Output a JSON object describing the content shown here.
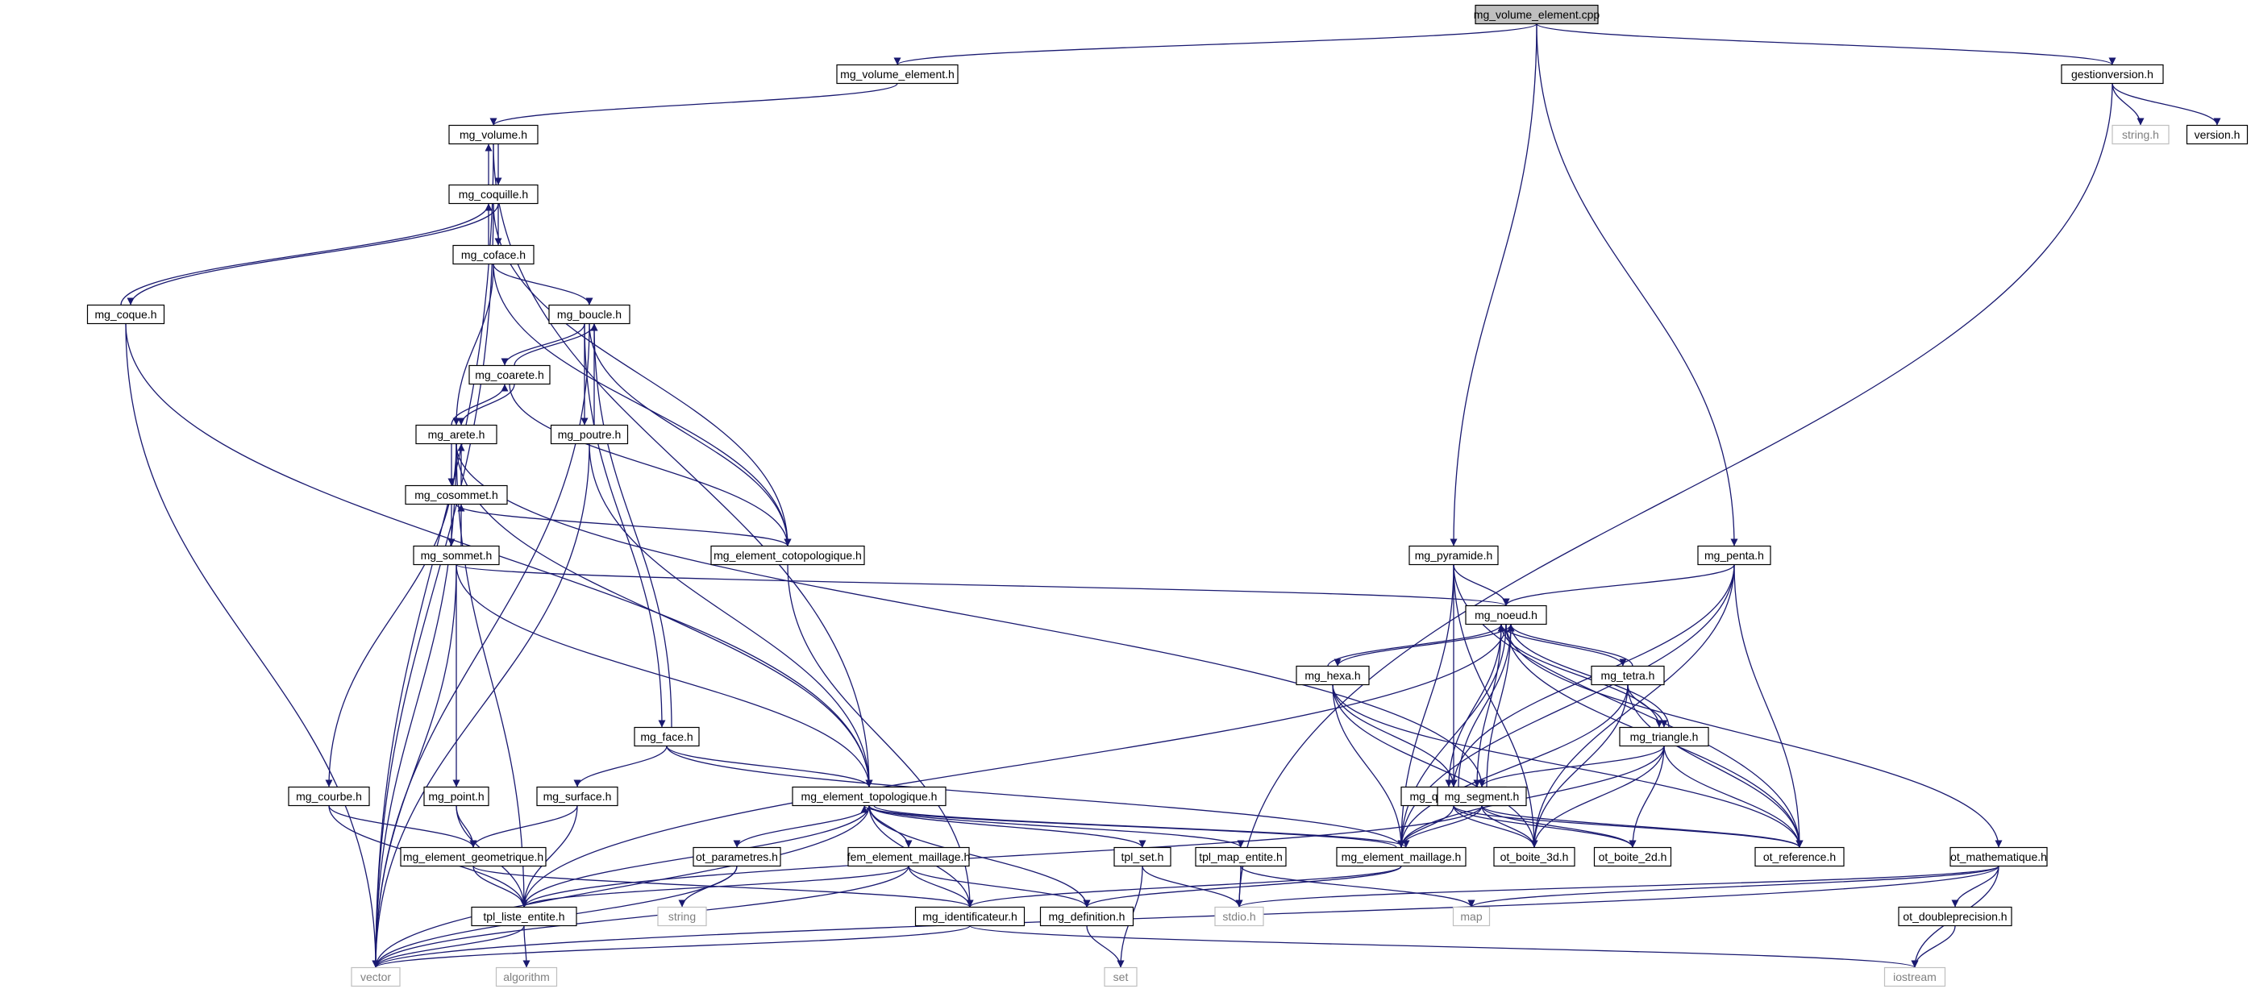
{
  "diagram": {
    "colors": {
      "edge": "#191970",
      "node_border": "#000000",
      "missing_border": "#bfbfbf",
      "root_fill": "#bfbfbf",
      "node_fill": "#ffffff",
      "missing_text": "#7f7f7f"
    },
    "nodes": [
      {
        "id": "mg_volume_element_cpp",
        "label": "mg_volume_element.cpp",
        "kind": "root"
      },
      {
        "id": "mg_volume_element_h",
        "label": "mg_volume_element.h",
        "kind": "file"
      },
      {
        "id": "gestionversion_h",
        "label": "gestionversion.h",
        "kind": "file"
      },
      {
        "id": "string_h",
        "label": "string.h",
        "kind": "system"
      },
      {
        "id": "version_h",
        "label": "version.h",
        "kind": "file"
      },
      {
        "id": "mg_volume_h",
        "label": "mg_volume.h",
        "kind": "file"
      },
      {
        "id": "mg_coquille_h",
        "label": "mg_coquille.h",
        "kind": "file"
      },
      {
        "id": "mg_coface_h",
        "label": "mg_coface.h",
        "kind": "file"
      },
      {
        "id": "mg_coque_h",
        "label": "mg_coque.h",
        "kind": "file"
      },
      {
        "id": "mg_boucle_h",
        "label": "mg_boucle.h",
        "kind": "file"
      },
      {
        "id": "mg_coarete_h",
        "label": "mg_coarete.h",
        "kind": "file"
      },
      {
        "id": "mg_arete_h",
        "label": "mg_arete.h",
        "kind": "file"
      },
      {
        "id": "mg_poutre_h",
        "label": "mg_poutre.h",
        "kind": "file"
      },
      {
        "id": "mg_cosommet_h",
        "label": "mg_cosommet.h",
        "kind": "file"
      },
      {
        "id": "mg_element_cotopologique_h",
        "label": "mg_element_cotopologique.h",
        "kind": "file"
      },
      {
        "id": "mg_sommet_h",
        "label": "mg_sommet.h",
        "kind": "file"
      },
      {
        "id": "mg_pyramide_h",
        "label": "mg_pyramide.h",
        "kind": "file"
      },
      {
        "id": "mg_penta_h",
        "label": "mg_penta.h",
        "kind": "file"
      },
      {
        "id": "mg_noeud_h",
        "label": "mg_noeud.h",
        "kind": "file"
      },
      {
        "id": "mg_hexa_h",
        "label": "mg_hexa.h",
        "kind": "file"
      },
      {
        "id": "mg_tetra_h",
        "label": "mg_tetra.h",
        "kind": "file"
      },
      {
        "id": "mg_face_h",
        "label": "mg_face.h",
        "kind": "file"
      },
      {
        "id": "mg_triangle_h",
        "label": "mg_triangle.h",
        "kind": "file"
      },
      {
        "id": "mg_quadrangle_h",
        "label": "mg_quadrangle.h",
        "kind": "file"
      },
      {
        "id": "mg_courbe_h",
        "label": "mg_courbe.h",
        "kind": "file"
      },
      {
        "id": "mg_point_h",
        "label": "mg_point.h",
        "kind": "file"
      },
      {
        "id": "mg_surface_h",
        "label": "mg_surface.h",
        "kind": "file"
      },
      {
        "id": "mg_element_topologique_h",
        "label": "mg_element_topologique.h",
        "kind": "file"
      },
      {
        "id": "mg_segment_h",
        "label": "mg_segment.h",
        "kind": "file"
      },
      {
        "id": "mg_element_geometrique_h",
        "label": "mg_element_geometrique.h",
        "kind": "file"
      },
      {
        "id": "ot_parametres_h",
        "label": "ot_parametres.h",
        "kind": "file"
      },
      {
        "id": "fem_element_maillage_h",
        "label": "fem_element_maillage.h",
        "kind": "file"
      },
      {
        "id": "tpl_set_h",
        "label": "tpl_set.h",
        "kind": "file"
      },
      {
        "id": "tpl_map_entite_h",
        "label": "tpl_map_entite.h",
        "kind": "file"
      },
      {
        "id": "mg_element_maillage_h",
        "label": "mg_element_maillage.h",
        "kind": "file"
      },
      {
        "id": "ot_boite_3d_h",
        "label": "ot_boite_3d.h",
        "kind": "file"
      },
      {
        "id": "ot_boite_2d_h",
        "label": "ot_boite_2d.h",
        "kind": "file"
      },
      {
        "id": "ot_reference_h",
        "label": "ot_reference.h",
        "kind": "file"
      },
      {
        "id": "ot_mathematique_h",
        "label": "ot_mathematique.h",
        "kind": "file"
      },
      {
        "id": "tpl_liste_entite_h",
        "label": "tpl_liste_entite.h",
        "kind": "file"
      },
      {
        "id": "string",
        "label": "string",
        "kind": "system"
      },
      {
        "id": "mg_identificateur_h",
        "label": "mg_identificateur.h",
        "kind": "file"
      },
      {
        "id": "mg_definition_h",
        "label": "mg_definition.h",
        "kind": "file"
      },
      {
        "id": "stdio_h",
        "label": "stdio.h",
        "kind": "system"
      },
      {
        "id": "map",
        "label": "map",
        "kind": "system"
      },
      {
        "id": "ot_doubleprecision_h",
        "label": "ot_doubleprecision.h",
        "kind": "file"
      },
      {
        "id": "vector",
        "label": "vector",
        "kind": "system"
      },
      {
        "id": "algorithm",
        "label": "algorithm",
        "kind": "system"
      },
      {
        "id": "set",
        "label": "set",
        "kind": "system"
      },
      {
        "id": "iostream",
        "label": "iostream",
        "kind": "system"
      }
    ],
    "edges": [
      [
        "mg_volume_element_cpp",
        "mg_volume_element_h"
      ],
      [
        "mg_volume_element_cpp",
        "gestionversion_h"
      ],
      [
        "mg_volume_element_cpp",
        "mg_pyramide_h"
      ],
      [
        "mg_volume_element_cpp",
        "mg_penta_h"
      ],
      [
        "gestionversion_h",
        "string_h"
      ],
      [
        "gestionversion_h",
        "version_h"
      ],
      [
        "gestionversion_h",
        "stdio_h"
      ],
      [
        "mg_volume_element_h",
        "mg_volume_h"
      ],
      [
        "mg_volume_h",
        "mg_coquille_h"
      ],
      [
        "mg_coquille_h",
        "mg_volume_h"
      ],
      [
        "mg_volume_h",
        "vector"
      ],
      [
        "mg_volume_h",
        "mg_element_topologique_h"
      ],
      [
        "mg_coquille_h",
        "mg_coface_h"
      ],
      [
        "mg_coface_h",
        "mg_coquille_h"
      ],
      [
        "mg_coquille_h",
        "mg_coque_h"
      ],
      [
        "mg_coque_h",
        "mg_coquille_h"
      ],
      [
        "mg_coquille_h",
        "vector"
      ],
      [
        "mg_coquille_h",
        "mg_element_cotopologique_h"
      ],
      [
        "mg_coface_h",
        "mg_boucle_h"
      ],
      [
        "mg_coface_h",
        "mg_arete_h"
      ],
      [
        "mg_coface_h",
        "mg_element_cotopologique_h"
      ],
      [
        "mg_coque_h",
        "vector"
      ],
      [
        "mg_coque_h",
        "mg_element_topologique_h"
      ],
      [
        "mg_boucle_h",
        "mg_coarete_h"
      ],
      [
        "mg_coarete_h",
        "mg_boucle_h"
      ],
      [
        "mg_boucle_h",
        "mg_poutre_h"
      ],
      [
        "mg_poutre_h",
        "mg_boucle_h"
      ],
      [
        "mg_boucle_h",
        "mg_face_h"
      ],
      [
        "mg_face_h",
        "mg_boucle_h"
      ],
      [
        "mg_boucle_h",
        "vector"
      ],
      [
        "mg_boucle_h",
        "mg_element_cotopologique_h"
      ],
      [
        "mg_coarete_h",
        "mg_arete_h"
      ],
      [
        "mg_arete_h",
        "mg_coarete_h"
      ],
      [
        "mg_coarete_h",
        "mg_element_cotopologique_h"
      ],
      [
        "mg_poutre_h",
        "vector"
      ],
      [
        "mg_poutre_h",
        "mg_element_topologique_h"
      ],
      [
        "mg_arete_h",
        "mg_cosommet_h"
      ],
      [
        "mg_cosommet_h",
        "mg_arete_h"
      ],
      [
        "mg_arete_h",
        "mg_courbe_h"
      ],
      [
        "mg_arete_h",
        "mg_element_topologique_h"
      ],
      [
        "mg_arete_h",
        "tpl_liste_entite_h"
      ],
      [
        "mg_arete_h",
        "vector"
      ],
      [
        "mg_arete_h",
        "mg_segment_h"
      ],
      [
        "mg_cosommet_h",
        "mg_sommet_h"
      ],
      [
        "mg_sommet_h",
        "mg_cosommet_h"
      ],
      [
        "mg_cosommet_h",
        "mg_element_cotopologique_h"
      ],
      [
        "mg_sommet_h",
        "mg_point_h"
      ],
      [
        "mg_sommet_h",
        "mg_element_topologique_h"
      ],
      [
        "mg_sommet_h",
        "vector"
      ],
      [
        "mg_sommet_h",
        "mg_noeud_h"
      ],
      [
        "mg_element_cotopologique_h",
        "mg_identificateur_h"
      ],
      [
        "mg_pyramide_h",
        "mg_noeud_h"
      ],
      [
        "mg_pyramide_h",
        "mg_quadrangle_h"
      ],
      [
        "mg_pyramide_h",
        "mg_element_maillage_h"
      ],
      [
        "mg_pyramide_h",
        "ot_boite_3d_h"
      ],
      [
        "mg_pyramide_h",
        "ot_reference_h"
      ],
      [
        "mg_penta_h",
        "mg_noeud_h"
      ],
      [
        "mg_penta_h",
        "mg_quadrangle_h"
      ],
      [
        "mg_penta_h",
        "mg_element_maillage_h"
      ],
      [
        "mg_penta_h",
        "ot_boite_3d_h"
      ],
      [
        "mg_penta_h",
        "ot_reference_h"
      ],
      [
        "mg_noeud_h",
        "mg_hexa_h"
      ],
      [
        "mg_hexa_h",
        "mg_noeud_h"
      ],
      [
        "mg_noeud_h",
        "mg_tetra_h"
      ],
      [
        "mg_tetra_h",
        "mg_noeud_h"
      ],
      [
        "mg_noeud_h",
        "mg_triangle_h"
      ],
      [
        "mg_triangle_h",
        "mg_noeud_h"
      ],
      [
        "mg_noeud_h",
        "mg_quadrangle_h"
      ],
      [
        "mg_quadrangle_h",
        "mg_noeud_h"
      ],
      [
        "mg_noeud_h",
        "mg_segment_h"
      ],
      [
        "mg_segment_h",
        "mg_noeud_h"
      ],
      [
        "mg_noeud_h",
        "tpl_liste_entite_h"
      ],
      [
        "mg_noeud_h",
        "mg_element_maillage_h"
      ],
      [
        "mg_noeud_h",
        "ot_reference_h"
      ],
      [
        "mg_noeud_h",
        "ot_mathematique_h"
      ],
      [
        "mg_hexa_h",
        "mg_quadrangle_h"
      ],
      [
        "mg_hexa_h",
        "mg_element_maillage_h"
      ],
      [
        "mg_hexa_h",
        "ot_boite_3d_h"
      ],
      [
        "mg_hexa_h",
        "ot_reference_h"
      ],
      [
        "mg_tetra_h",
        "mg_triangle_h"
      ],
      [
        "mg_tetra_h",
        "mg_element_maillage_h"
      ],
      [
        "mg_tetra_h",
        "ot_boite_3d_h"
      ],
      [
        "mg_tetra_h",
        "ot_reference_h"
      ],
      [
        "mg_triangle_h",
        "mg_segment_h"
      ],
      [
        "mg_triangle_h",
        "mg_element_maillage_h"
      ],
      [
        "mg_triangle_h",
        "ot_boite_3d_h"
      ],
      [
        "mg_triangle_h",
        "ot_boite_2d_h"
      ],
      [
        "mg_triangle_h",
        "ot_reference_h"
      ],
      [
        "mg_quadrangle_h",
        "mg_segment_h"
      ],
      [
        "mg_quadrangle_h",
        "mg_element_maillage_h"
      ],
      [
        "mg_quadrangle_h",
        "ot_boite_3d_h"
      ],
      [
        "mg_quadrangle_h",
        "ot_boite_2d_h"
      ],
      [
        "mg_quadrangle_h",
        "ot_reference_h"
      ],
      [
        "mg_face_h",
        "mg_surface_h"
      ],
      [
        "mg_face_h",
        "mg_element_topologique_h"
      ],
      [
        "mg_face_h",
        "mg_element_maillage_h"
      ],
      [
        "mg_courbe_h",
        "mg_element_geometrique_h"
      ],
      [
        "mg_courbe_h",
        "tpl_liste_entite_h"
      ],
      [
        "mg_point_h",
        "mg_element_geometrique_h"
      ],
      [
        "mg_point_h",
        "tpl_liste_entite_h"
      ],
      [
        "mg_surface_h",
        "mg_element_geometrique_h"
      ],
      [
        "mg_surface_h",
        "tpl_liste_entite_h"
      ],
      [
        "mg_element_topologique_h",
        "ot_parametres_h"
      ],
      [
        "mg_element_topologique_h",
        "fem_element_maillage_h"
      ],
      [
        "mg_element_topologique_h",
        "tpl_set_h"
      ],
      [
        "mg_element_topologique_h",
        "tpl_map_entite_h"
      ],
      [
        "mg_element_topologique_h",
        "mg_element_maillage_h"
      ],
      [
        "mg_element_maillage_h",
        "mg_element_topologique_h"
      ],
      [
        "mg_element_topologique_h",
        "tpl_liste_entite_h"
      ],
      [
        "mg_element_topologique_h",
        "mg_identificateur_h"
      ],
      [
        "mg_element_topologique_h",
        "mg_definition_h"
      ],
      [
        "mg_element_topologique_h",
        "vector"
      ],
      [
        "mg_segment_h",
        "mg_element_maillage_h"
      ],
      [
        "mg_segment_h",
        "ot_boite_3d_h"
      ],
      [
        "mg_segment_h",
        "ot_boite_2d_h"
      ],
      [
        "mg_segment_h",
        "ot_reference_h"
      ],
      [
        "mg_segment_h",
        "tpl_liste_entite_h"
      ],
      [
        "mg_element_geometrique_h",
        "tpl_liste_entite_h"
      ],
      [
        "mg_element_geometrique_h",
        "mg_identificateur_h"
      ],
      [
        "ot_parametres_h",
        "string"
      ],
      [
        "ot_parametres_h",
        "vector"
      ],
      [
        "fem_element_maillage_h",
        "mg_identificateur_h"
      ],
      [
        "fem_element_maillage_h",
        "mg_definition_h"
      ],
      [
        "fem_element_maillage_h",
        "tpl_liste_entite_h"
      ],
      [
        "fem_element_maillage_h",
        "vector"
      ],
      [
        "tpl_set_h",
        "stdio_h"
      ],
      [
        "tpl_set_h",
        "set"
      ],
      [
        "tpl_map_entite_h",
        "map"
      ],
      [
        "tpl_map_entite_h",
        "stdio_h"
      ],
      [
        "mg_element_maillage_h",
        "mg_identificateur_h"
      ],
      [
        "mg_element_maillage_h",
        "mg_definition_h"
      ],
      [
        "ot_mathematique_h",
        "ot_doubleprecision_h"
      ],
      [
        "ot_mathematique_h",
        "vector"
      ],
      [
        "ot_mathematique_h",
        "map"
      ],
      [
        "ot_mathematique_h",
        "iostream"
      ],
      [
        "ot_mathematique_h",
        "stdio_h"
      ],
      [
        "ot_doubleprecision_h",
        "iostream"
      ],
      [
        "tpl_liste_entite_h",
        "vector"
      ],
      [
        "tpl_liste_entite_h",
        "algorithm"
      ],
      [
        "mg_identificateur_h",
        "vector"
      ],
      [
        "mg_identificateur_h",
        "iostream"
      ],
      [
        "mg_definition_h",
        "set"
      ]
    ]
  }
}
